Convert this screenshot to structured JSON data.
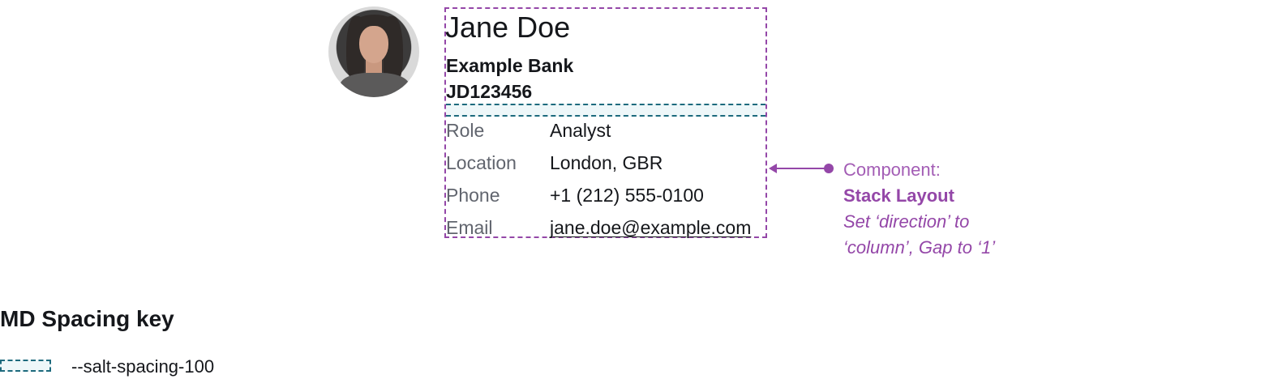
{
  "profile": {
    "name": "Jane Doe",
    "organization": "Example Bank",
    "id": "JD123456",
    "fields": [
      {
        "label": "Role",
        "value": "Analyst"
      },
      {
        "label": "Location",
        "value": "London, GBR"
      },
      {
        "label": "Phone",
        "value": "+1 (212) 555-0100"
      },
      {
        "label": "Email",
        "value": "jane.doe@example.com"
      }
    ]
  },
  "annotation": {
    "prefix": "Component:",
    "component": "Stack Layout",
    "note_line1": "Set ‘direction’ to",
    "note_line2": "‘column’, Gap to ‘1’",
    "color": "#9447a8"
  },
  "key": {
    "title": "MD Spacing key",
    "items": [
      {
        "label": "--salt-spacing-100",
        "color": "#1d6a7d",
        "fill": "#eef7f9"
      }
    ]
  }
}
